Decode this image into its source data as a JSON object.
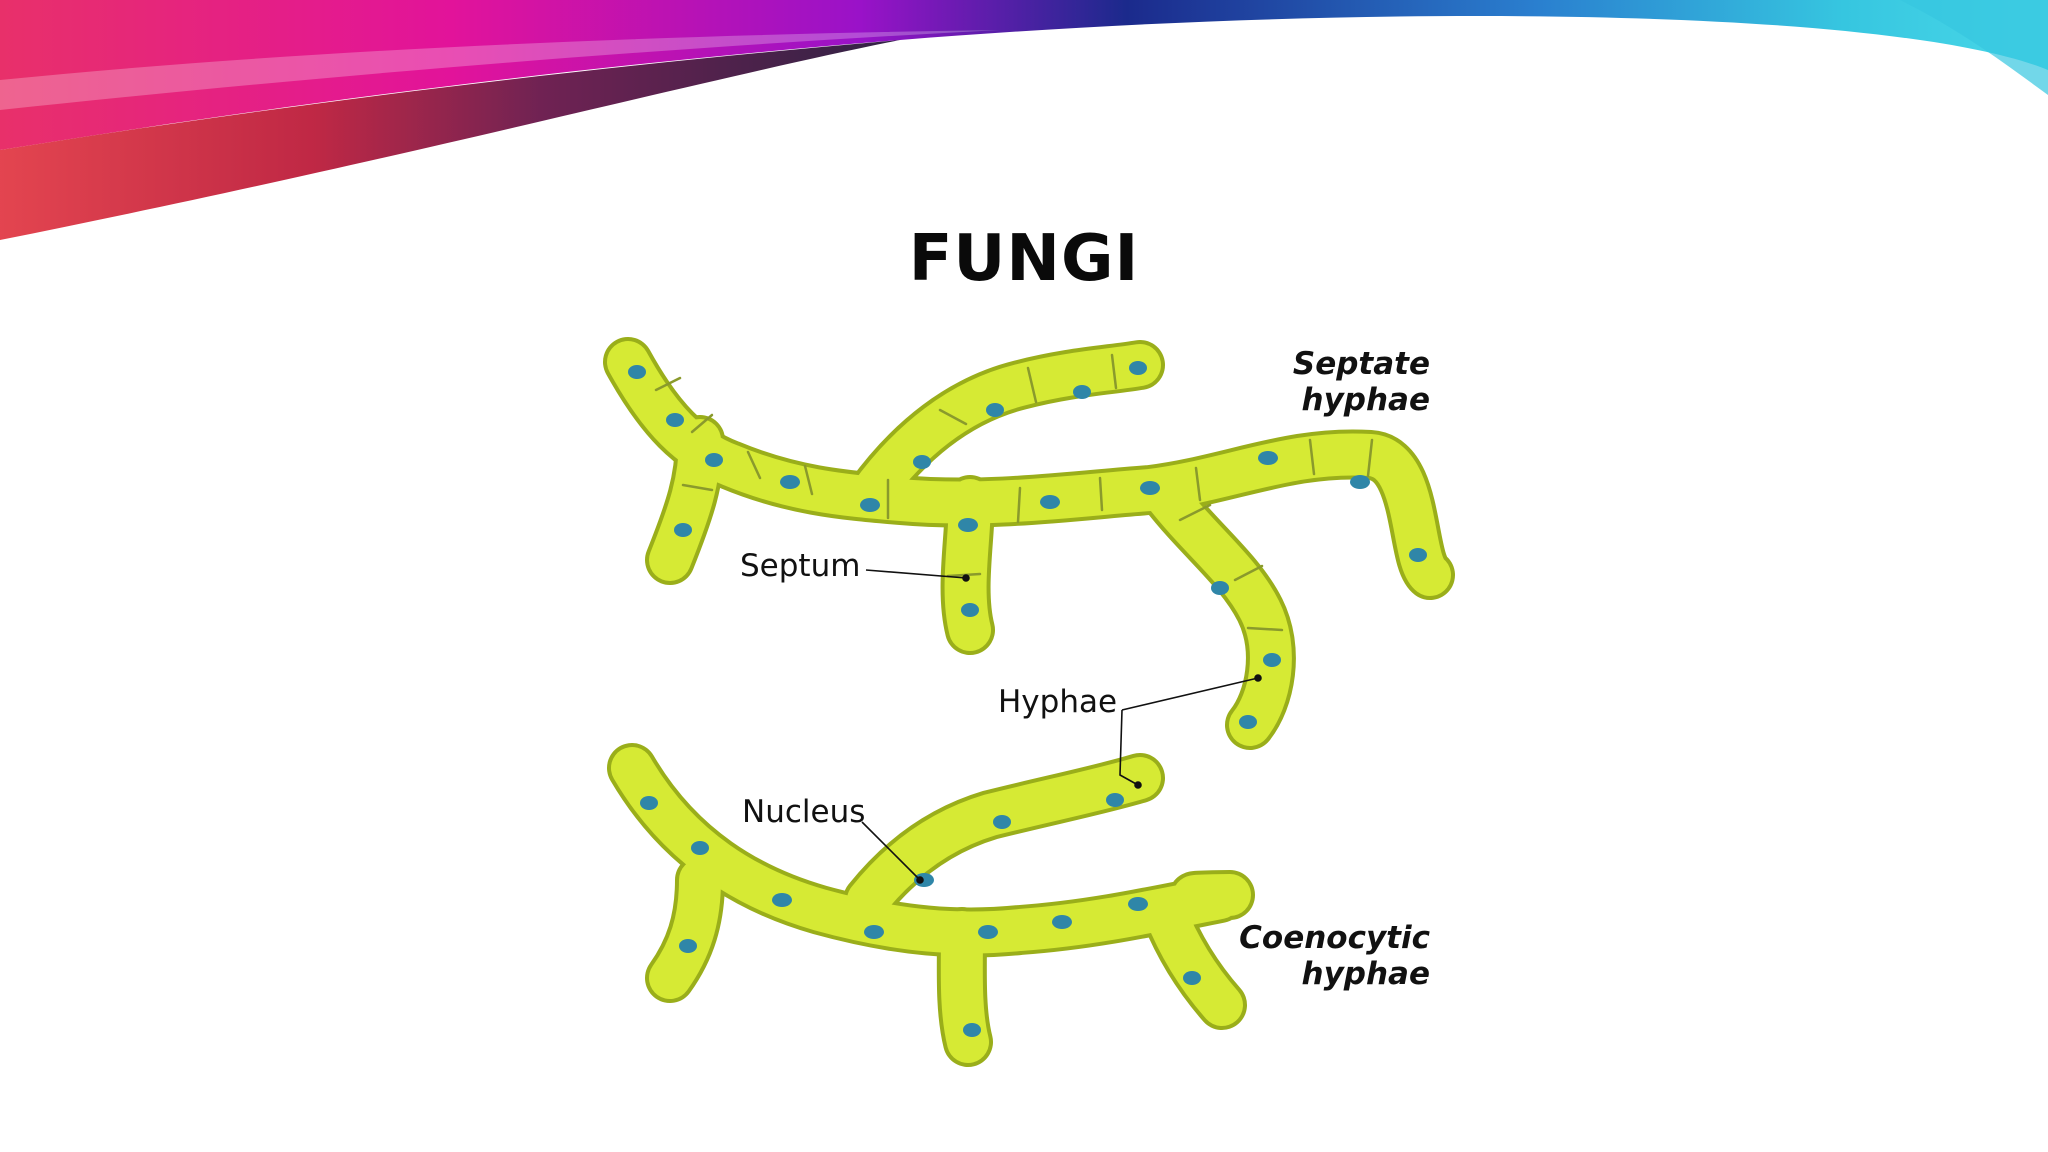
{
  "slide": {
    "title": "FUNGI"
  },
  "diagram": {
    "labels": {
      "septate": [
        "Septate",
        "hyphae"
      ],
      "coenocytic": [
        "Coenocytic",
        "hyphae"
      ],
      "septum": "Septum",
      "hyphae": "Hyphae",
      "nucleus": "Nucleus"
    }
  },
  "colors": {
    "hypha_fill": "#d6ea34",
    "hypha_outline": "#9aae1a",
    "nucleus": "#2f86a8",
    "septum_line": "#8a9a2c",
    "banner_pink": "#e2139a",
    "banner_cyan": "#36c6e0",
    "banner_red": "#e0303c"
  }
}
